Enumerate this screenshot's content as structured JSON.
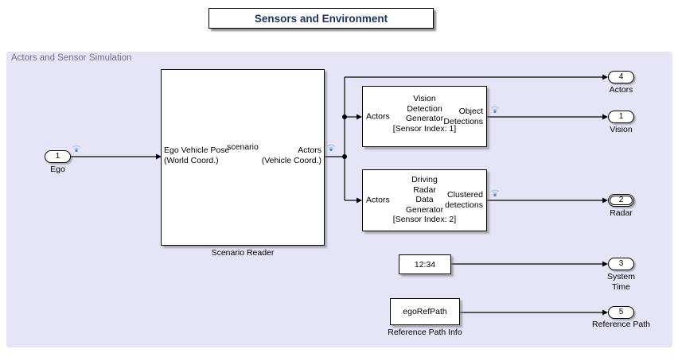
{
  "title": "Sensors and Environment",
  "area": {
    "label": "Actors and Sensor Simulation"
  },
  "inport": {
    "num": "1",
    "label": "Ego"
  },
  "scenario_reader": {
    "in1": "Ego Vehicle Pose",
    "in2": "(World Coord.)",
    "name": "scenario",
    "out1": "Actors",
    "out2": "(Vehicle Coord.)",
    "caption": "Scenario Reader"
  },
  "vision": {
    "input": "Actors",
    "line1": "Vision",
    "line2": "Detection",
    "line3": "Generator",
    "line4": "[Sensor Index: 1]",
    "out1": "Object",
    "out2": "Detections"
  },
  "radar": {
    "input": "Actors",
    "line1": "Driving",
    "line2": "Radar",
    "line3": "Data",
    "line4": "Generator",
    "line5": "[Sensor Index: 2]",
    "out1": "Clustered",
    "out2": "detections"
  },
  "clock": {
    "value": "12:34"
  },
  "refpath": {
    "value": "egoRefPath",
    "caption": "Reference Path Info"
  },
  "outports": [
    {
      "num": "4",
      "label": "Actors"
    },
    {
      "num": "1",
      "label": "Vision"
    },
    {
      "num": "2",
      "label": "Radar"
    },
    {
      "num": "3",
      "label": "System",
      "label2": "Time"
    },
    {
      "num": "5",
      "label": "Reference Path"
    }
  ],
  "colors": {
    "area_bg": "#e5e5f7",
    "title_text": "#1b3566",
    "wireless_arc": "#b0cbec",
    "wireless_dot": "#5b8ed6"
  }
}
